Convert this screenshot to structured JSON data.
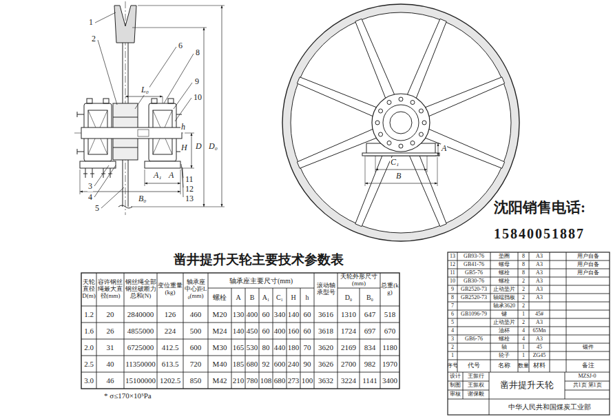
{
  "diagram": {
    "title": "凿井提升天轮主要技术参数表",
    "labels": [
      "1",
      "2",
      "6",
      "8",
      "9",
      "10",
      "L₀",
      "h",
      "H",
      "D",
      "D₀",
      "A₁",
      "A",
      "11",
      "12",
      "13",
      "3",
      "4",
      "5",
      "B₀",
      "A",
      "C₁",
      "B",
      "* σ≤170×10⁵Pa",
      "沈阳销售电话:",
      "15840051887",
      "天轮直径D(m)",
      "容许钢丝绳最大直径(mm)",
      "钢丝绳全部钢丝破断力总和(N)",
      "变位重量(kg)",
      "轴承座中心距L₀(mm)",
      "轴承座主要尺寸(mm)",
      "螺栓",
      "A",
      "B",
      "A₁",
      "C₁",
      "H",
      "h",
      "滚动轴承型号",
      "天轮外形尺寸(mm)",
      "D₀",
      "B₀",
      "总重(kg)",
      "1.2",
      "20",
      "2840000",
      "126",
      "460",
      "M20",
      "130",
      "400",
      "60",
      "340",
      "140",
      "60",
      "3616",
      "1310",
      "647",
      "518",
      "1.6",
      "26",
      "4855000",
      "224",
      "500",
      "M24",
      "140",
      "450",
      "60",
      "400",
      "160",
      "60",
      "3618",
      "1724",
      "697",
      "670",
      "2.0",
      "31",
      "6725000",
      "412.5",
      "600",
      "M30",
      "165",
      "530",
      "80",
      "440",
      "180",
      "70",
      "3620",
      "2169",
      "834",
      "1180",
      "2.5",
      "40",
      "11350000",
      "613.5",
      "720",
      "M40",
      "185",
      "680",
      "92",
      "600",
      "240",
      "90",
      "3626",
      "2700",
      "982",
      "1970",
      "3.0",
      "46",
      "15100000",
      "1202.5",
      "850",
      "M42",
      "210",
      "780",
      "108",
      "680",
      "273",
      "100",
      "3632",
      "3224",
      "1141",
      "3400",
      "13",
      "GB93-76",
      "垫圈",
      "8",
      "A3",
      "用户自备",
      "12",
      "GB41-76",
      "螺母",
      "8",
      "A3",
      "用户自备",
      "11",
      "GB5-76",
      "螺栓",
      "8",
      "A3",
      "用户自备",
      "10",
      "GB30-76",
      "螺栓",
      "2",
      "A3",
      "9",
      "GB2520-73",
      "止动垫片",
      "2",
      "A3",
      "8",
      "GB2520-73",
      "轴端挡板",
      "2",
      "A3",
      "7",
      "轴承3620",
      "2",
      "6",
      "GB1096-79",
      "键",
      "1",
      "45#",
      "5",
      "止动垫片",
      "2",
      "A3",
      "4",
      "油杯",
      "4",
      "65Mn",
      "3",
      "GB6-76",
      "螺栓",
      "4",
      "A3",
      "2",
      "轴",
      "1",
      "45",
      "锻件",
      "1",
      "轮子",
      "1",
      "ZG45",
      "序号",
      "代号",
      "名称",
      "数量",
      "材料",
      "备注",
      "设计",
      "王振行",
      "制图",
      "王振权",
      "审核",
      "谢保毅",
      "凿井提升天轮",
      "MZSJ-0",
      "共1页 第1页",
      "中华人民共和国煤炭工业部"
    ]
  }
}
